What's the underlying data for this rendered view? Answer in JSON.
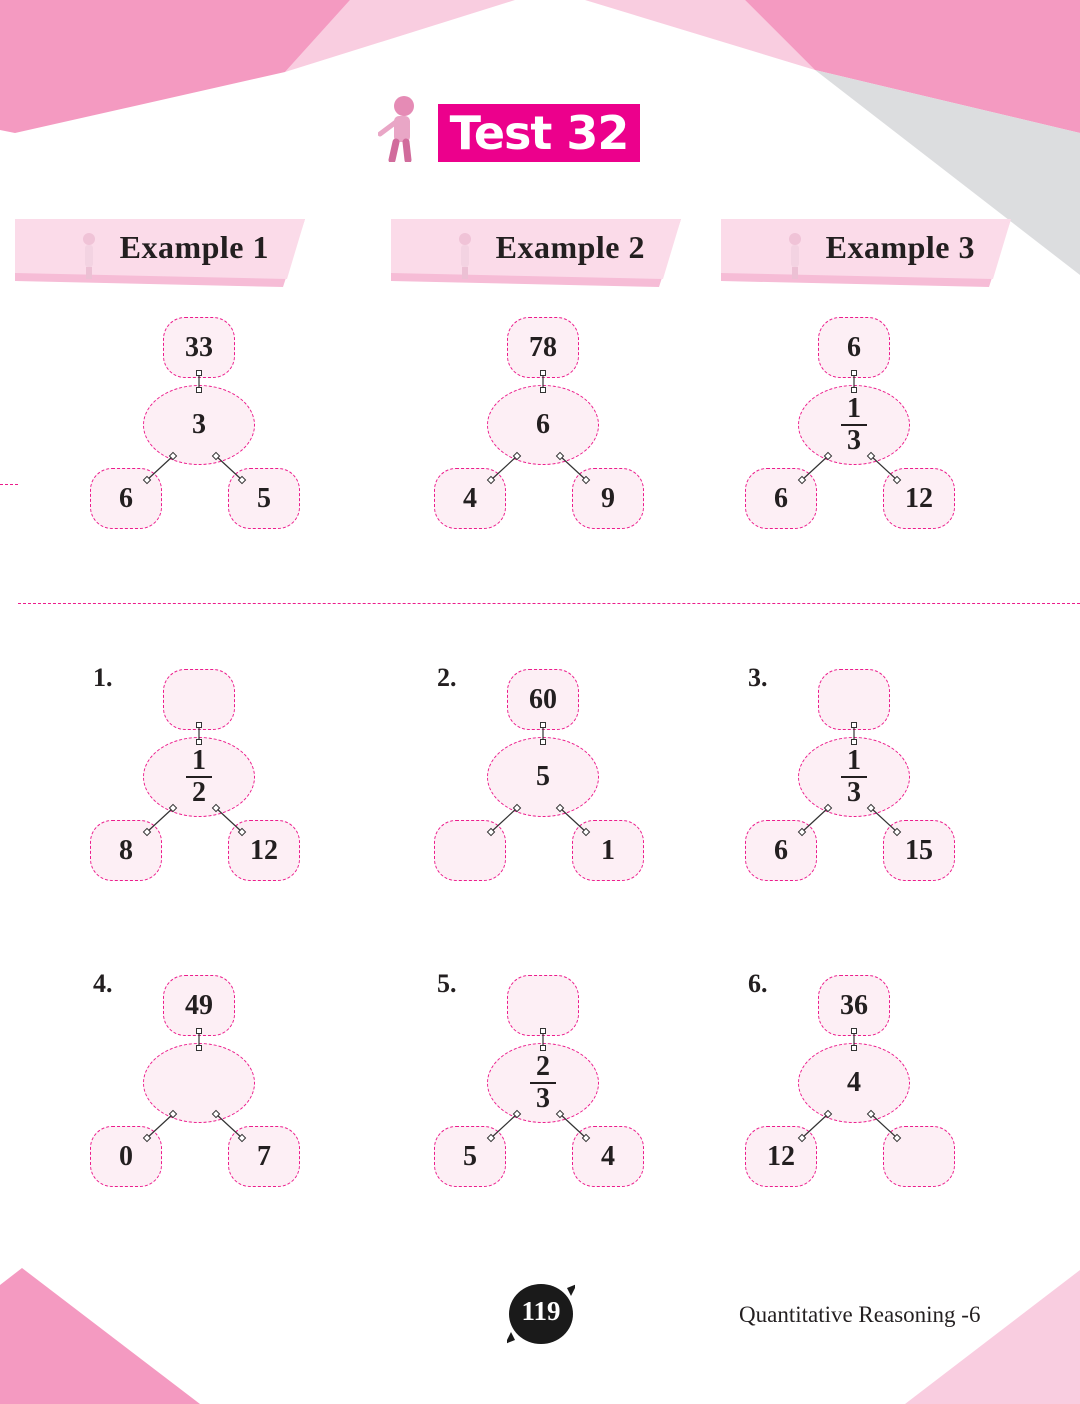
{
  "title": "Test 32",
  "examples": [
    {
      "label": "Example 1",
      "top": "33",
      "center": {
        "value": "3"
      },
      "left": "6",
      "right": "5"
    },
    {
      "label": "Example 2",
      "top": "78",
      "center": {
        "value": "6"
      },
      "left": "4",
      "right": "9"
    },
    {
      "label": "Example 3",
      "top": "6",
      "center": {
        "num": "1",
        "den": "3"
      },
      "left": "6",
      "right": "12"
    }
  ],
  "questions": [
    {
      "number": "1.",
      "top": "",
      "center": {
        "num": "1",
        "den": "2"
      },
      "left": "8",
      "right": "12"
    },
    {
      "number": "2.",
      "top": "60",
      "center": {
        "value": "5"
      },
      "left": "",
      "right": "1"
    },
    {
      "number": "3.",
      "top": "",
      "center": {
        "num": "1",
        "den": "3"
      },
      "left": "6",
      "right": "15"
    },
    {
      "number": "4.",
      "top": "49",
      "center": {
        "value": ""
      },
      "left": "0",
      "right": "7"
    },
    {
      "number": "5.",
      "top": "",
      "center": {
        "num": "2",
        "den": "3"
      },
      "left": "5",
      "right": "4"
    },
    {
      "number": "6.",
      "top": "36",
      "center": {
        "value": "4"
      },
      "left": "12",
      "right": ""
    }
  ],
  "footer": {
    "page_number": "119",
    "book_title": "Quantitative Reasoning -6"
  },
  "colors": {
    "accent": "#ec008c",
    "pink": "#f49ac1",
    "light_pink": "#f9cde0",
    "node_fill": "#fdeff5"
  }
}
